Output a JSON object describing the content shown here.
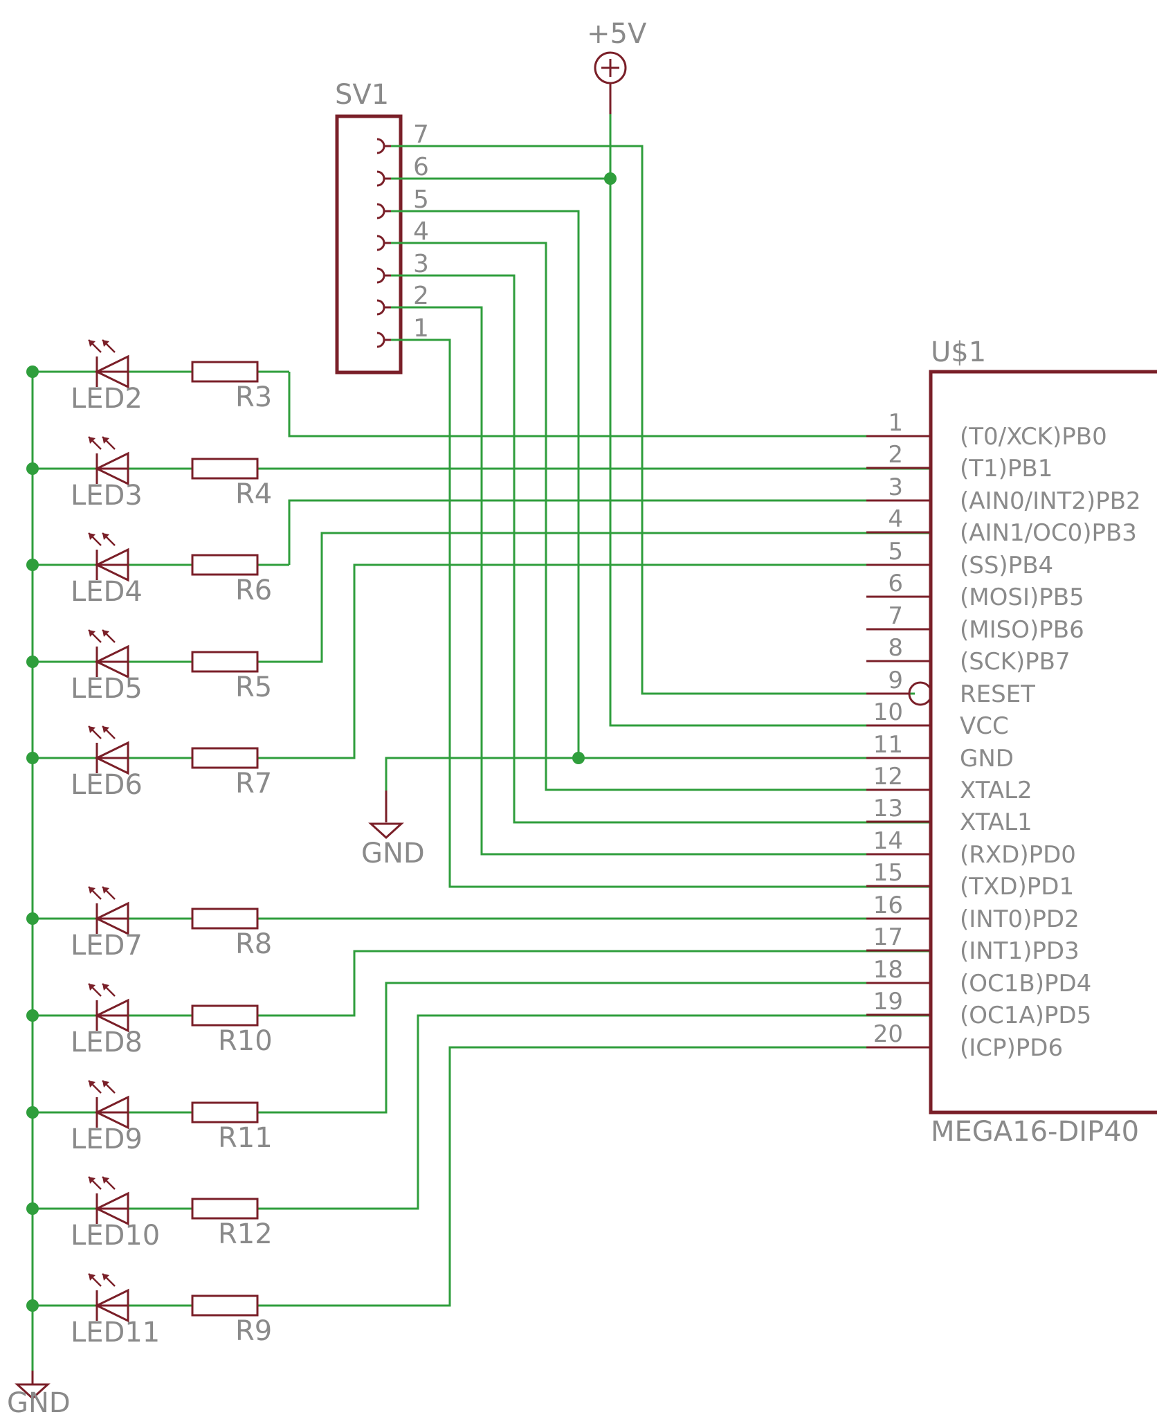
{
  "supply": {
    "label": "+5V"
  },
  "ground": {
    "label": "GND"
  },
  "header": {
    "label": "SV1",
    "pins": [
      "7",
      "6",
      "5",
      "4",
      "3",
      "2",
      "1"
    ]
  },
  "chip": {
    "label": "U$1",
    "part": "MEGA16-DIP40",
    "pins": [
      {
        "num": "1",
        "name": "(T0/XCK)PB0"
      },
      {
        "num": "2",
        "name": "(T1)PB1"
      },
      {
        "num": "3",
        "name": "(AIN0/INT2)PB2"
      },
      {
        "num": "4",
        "name": "(AIN1/OC0)PB3"
      },
      {
        "num": "5",
        "name": "(SS)PB4"
      },
      {
        "num": "6",
        "name": "(MOSI)PB5"
      },
      {
        "num": "7",
        "name": "(MISO)PB6"
      },
      {
        "num": "8",
        "name": "(SCK)PB7"
      },
      {
        "num": "9",
        "name": "RESET"
      },
      {
        "num": "10",
        "name": "VCC"
      },
      {
        "num": "11",
        "name": "GND"
      },
      {
        "num": "12",
        "name": "XTAL2"
      },
      {
        "num": "13",
        "name": "XTAL1"
      },
      {
        "num": "14",
        "name": "(RXD)PD0"
      },
      {
        "num": "15",
        "name": "(TXD)PD1"
      },
      {
        "num": "16",
        "name": "(INT0)PD2"
      },
      {
        "num": "17",
        "name": "(INT1)PD3"
      },
      {
        "num": "18",
        "name": "(OC1B)PD4"
      },
      {
        "num": "19",
        "name": "(OC1A)PD5"
      },
      {
        "num": "20",
        "name": "(ICP)PD6"
      }
    ]
  },
  "led_rows": [
    {
      "led": "LED2",
      "res": "R3"
    },
    {
      "led": "LED3",
      "res": "R4"
    },
    {
      "led": "LED4",
      "res": "R6"
    },
    {
      "led": "LED5",
      "res": "R5"
    },
    {
      "led": "LED6",
      "res": "R7"
    },
    {
      "led": "LED7",
      "res": "R8"
    },
    {
      "led": "LED8",
      "res": "R10"
    },
    {
      "led": "LED9",
      "res": "R11"
    },
    {
      "led": "LED10",
      "res": "R12"
    },
    {
      "led": "LED11",
      "res": "R9"
    }
  ]
}
